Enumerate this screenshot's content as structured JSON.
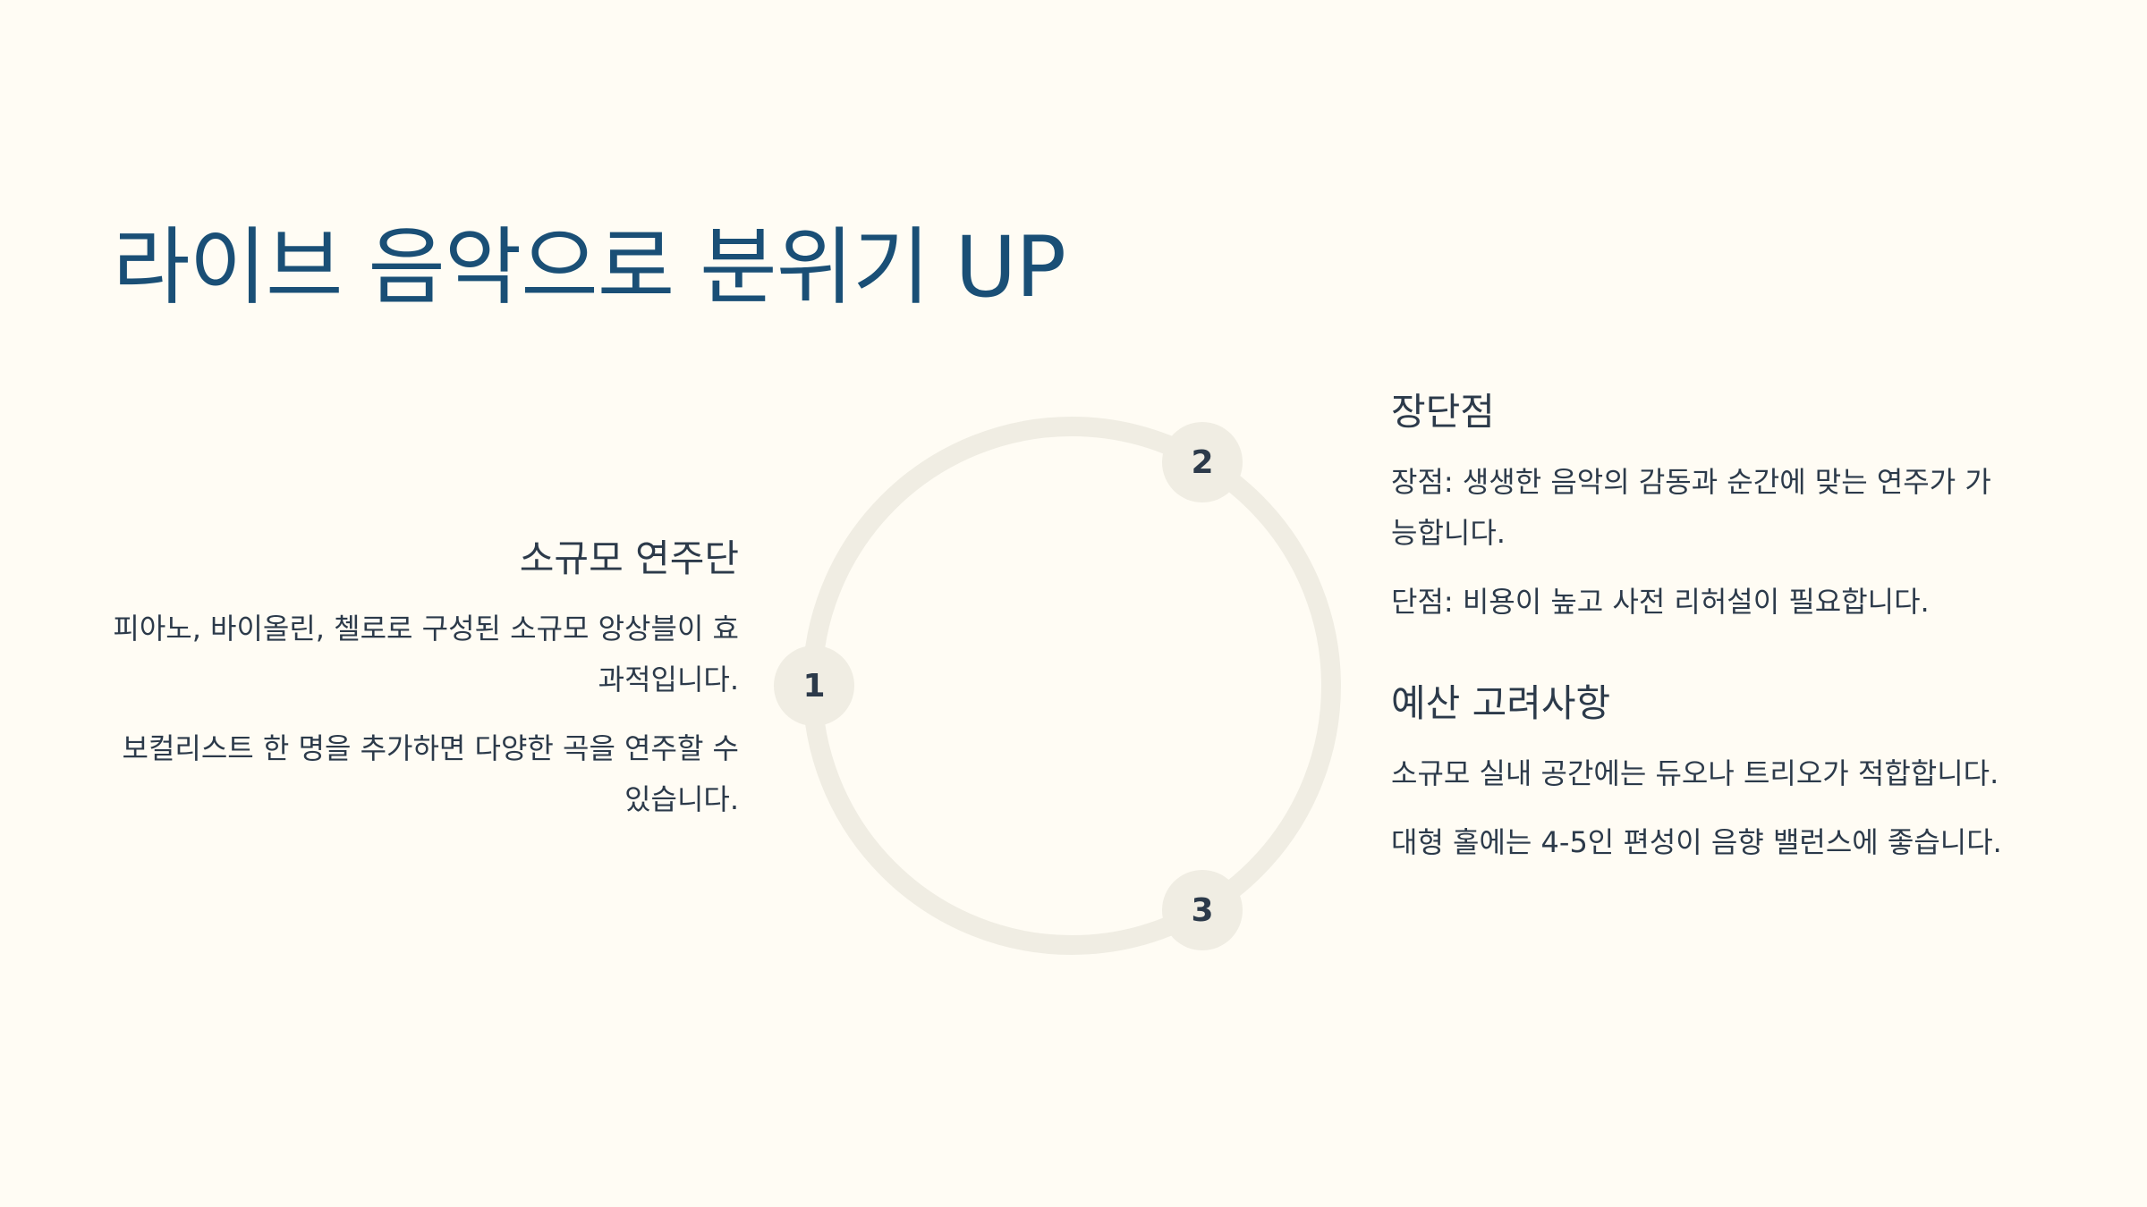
{
  "slide": {
    "title": "라이브 음악으로 분위기 UP"
  },
  "cycle": {
    "nodes": [
      "1",
      "2",
      "3"
    ]
  },
  "sections": [
    {
      "heading": "소규모 연주단",
      "paragraphs": [
        "피아노, 바이올린, 첼로로 구성된 소규모 앙상블이 효과적입니다.",
        "보컬리스트 한 명을 추가하면 다양한 곡을 연주할 수 있습니다."
      ]
    },
    {
      "heading": "장단점",
      "paragraphs": [
        "장점: 생생한 음악의 감동과 순간에 맞는 연주가 가능합니다.",
        "단점: 비용이 높고 사전 리허설이 필요합니다."
      ]
    },
    {
      "heading": "예산 고려사항",
      "paragraphs": [
        "소규모 실내 공간에는 듀오나 트리오가 적합합니다.",
        "대형 홀에는 4-5인 편성이 음향 밸런스에 좋습니다."
      ]
    }
  ],
  "colors": {
    "background": "#fffcf4",
    "title": "#1a4f76",
    "text": "#2c3a4a",
    "ring": "#f0ede3"
  }
}
